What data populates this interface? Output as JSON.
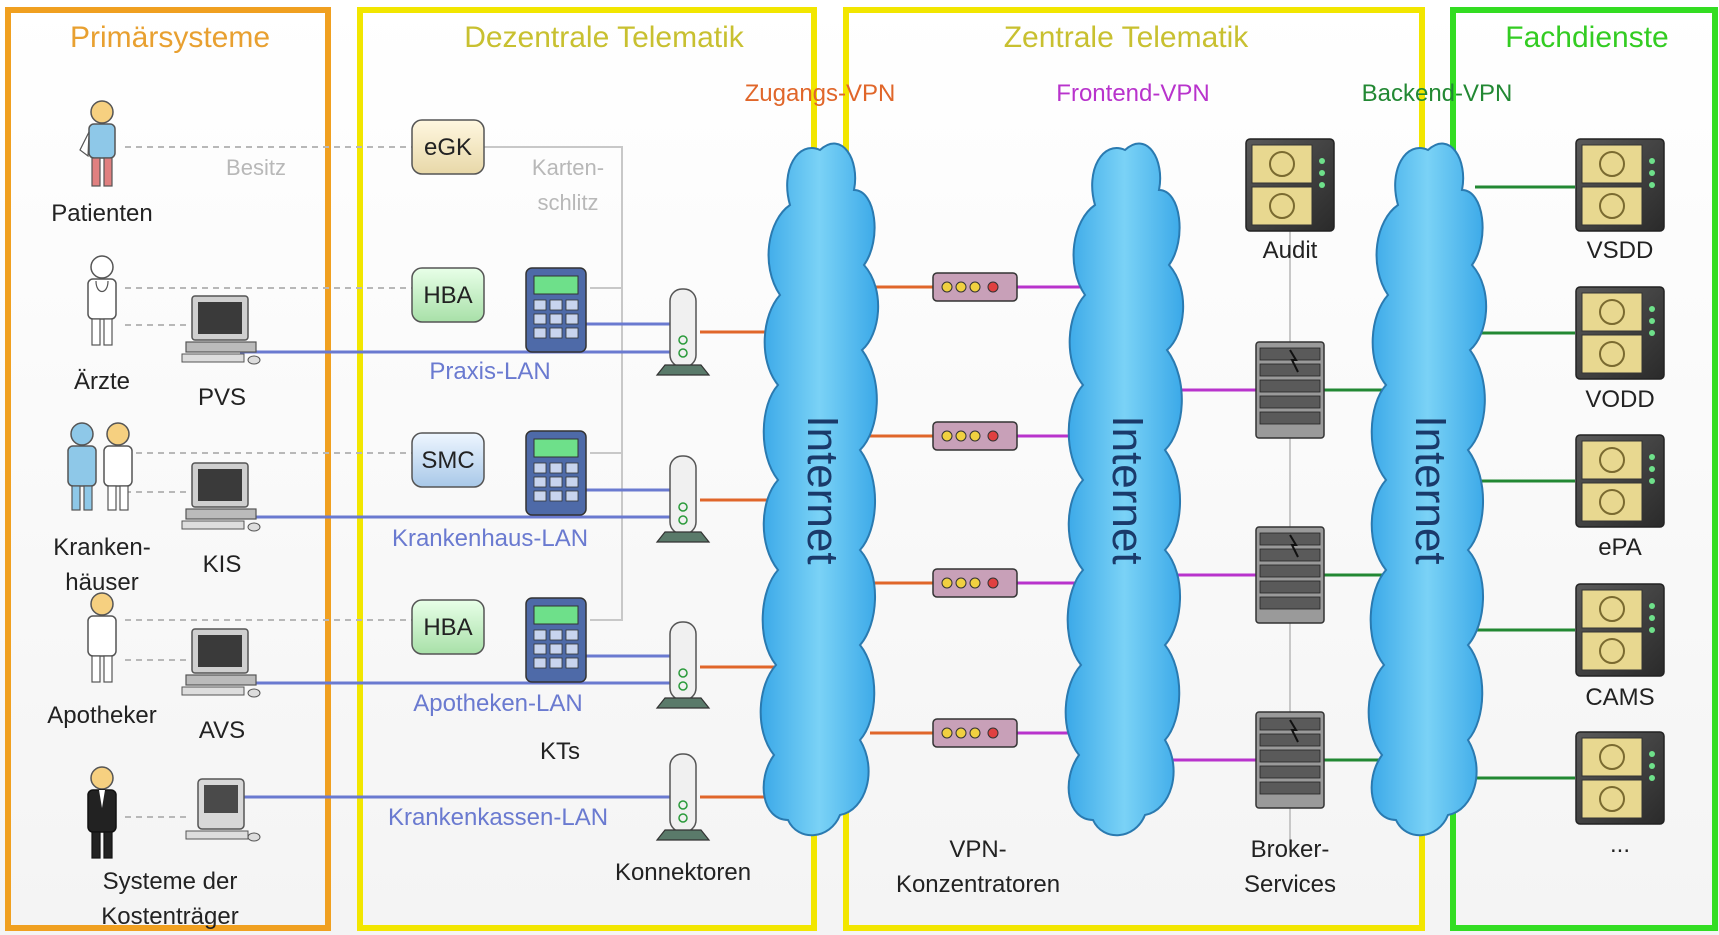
{
  "sections": {
    "primaer": "Primärsysteme",
    "dezentral": "Dezentrale Telematik",
    "zentral": "Zentrale Telematik",
    "fachdienste": "Fachdienste"
  },
  "vpn": {
    "zugang": "Zugangs-VPN",
    "frontend": "Frontend-VPN",
    "backend": "Backend-VPN"
  },
  "internet_label": "Internet",
  "actors": {
    "patienten": "Patienten",
    "aerzte": "Ärzte",
    "krankenhaeuser_1": "Kranken-",
    "krankenhaeuser_2": "häuser",
    "apotheker": "Apotheker",
    "kostentraeger_1": "Systeme der",
    "kostentraeger_2": "Kostenträger"
  },
  "systems": {
    "pvs": "PVS",
    "kis": "KIS",
    "avs": "AVS"
  },
  "cards": {
    "egk": "eGK",
    "hba1": "HBA",
    "smc": "SMC",
    "hba2": "HBA"
  },
  "labels": {
    "besitz": "Besitz",
    "kartenschlitz_1": "Karten-",
    "kartenschlitz_2": "schlitz",
    "kts": "KTs",
    "konnektoren": "Konnektoren",
    "vpn_konz_1": "VPN-",
    "vpn_konz_2": "Konzentratoren",
    "broker_1": "Broker-",
    "broker_2": "Services",
    "audit": "Audit"
  },
  "lans": {
    "praxis": "Praxis-LAN",
    "krankenhaus": "Krankenhaus-LAN",
    "apotheken": "Apotheken-LAN",
    "krankenkassen": "Krankenkassen-LAN"
  },
  "services": {
    "vsdd": "VSDD",
    "vodd": "VODD",
    "epa": "ePA",
    "cams": "CAMS",
    "more": "..."
  },
  "colors": {
    "orange": "#f0a020",
    "yellow": "#f2e600",
    "green": "#33dd22",
    "cloud": "#5ec0ee",
    "lan": "#6a7ad0",
    "zugang": "#e0662a",
    "frontend": "#b833cc",
    "backend": "#228833"
  }
}
